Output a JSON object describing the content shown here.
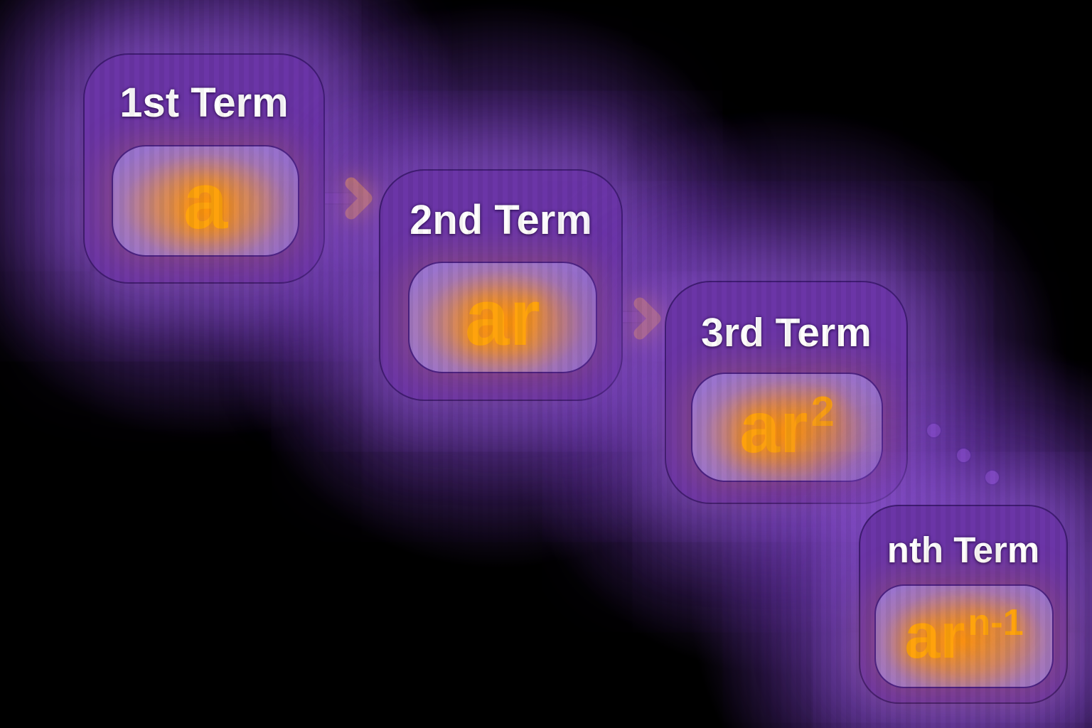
{
  "figure": {
    "description_terms": [
      {
        "title": "1st Term",
        "base": "a",
        "sup": ""
      },
      {
        "title": "2nd Term",
        "base": "ar",
        "sup": ""
      },
      {
        "title": "3rd Term",
        "base": "ar",
        "sup": "2"
      },
      {
        "title": "nth Term",
        "base": "ar",
        "sup": "n-1"
      }
    ]
  },
  "connectors": {
    "arrow_icon": "chevron-right",
    "arrow_count": 2,
    "ellipsis_dot_count": 3
  },
  "colors": {
    "background": "#000000",
    "glow_purple": "#894ed2",
    "box_fill": "#6b35a7",
    "box_border": "#3f1c72",
    "inner_box_fill": "#9b74ce",
    "inner_box_border": "#4b2282",
    "orange_accent": "#ffa30d",
    "title_text": "#ffffff"
  }
}
